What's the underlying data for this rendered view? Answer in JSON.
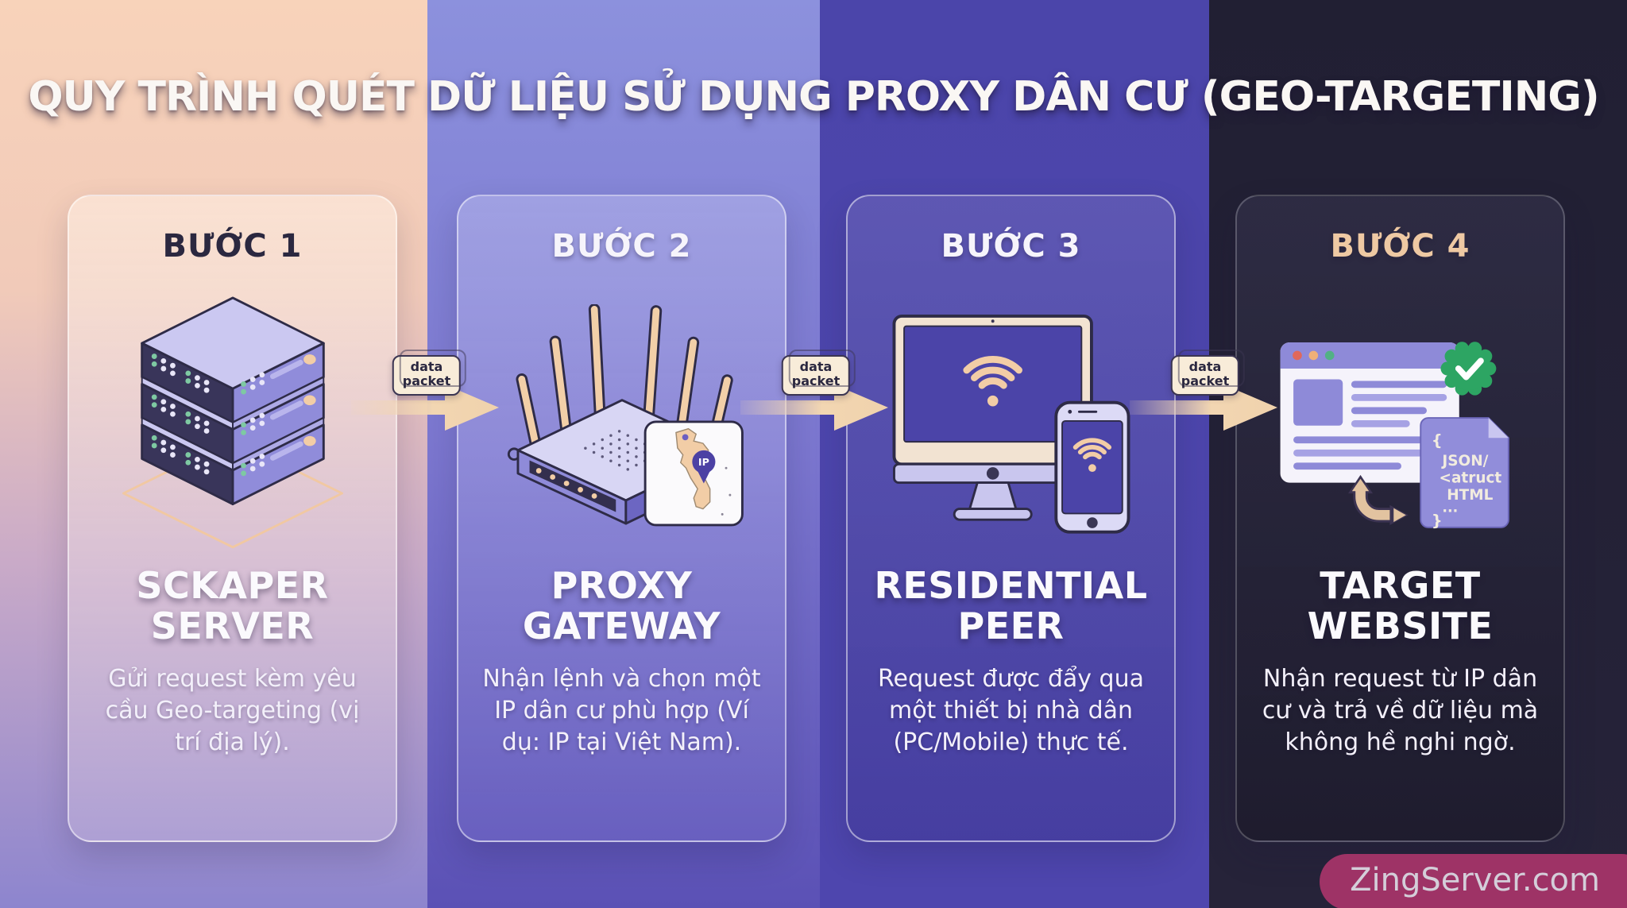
{
  "title": "QUY TRÌNH QUÉT DỮ LIỆU SỬ DỤNG PROXY DÂN CƯ (GEO-TARGETING)",
  "watermark": "ZingServer.com",
  "arrow_label": {
    "line1": "data",
    "line2": "packet"
  },
  "steps": [
    {
      "step": "BƯỚC 1",
      "heading_line1": "SCKAPER",
      "heading_line2": "SERVER",
      "description": "Gửi request kèm yêu cầu Geo-targeting (vị trí địa lý).",
      "icon": "server-stack-icon"
    },
    {
      "step": "BƯỚC 2",
      "heading_line1": "PROXY",
      "heading_line2": "GATEWAY",
      "description": "Nhận lệnh và chọn một IP dân cư phù hợp (Ví dụ: IP tại Việt Nam).",
      "icon": "router-icon",
      "map_pin_label": "IP"
    },
    {
      "step": "BƯỚC 3",
      "heading_line1": "RESIDENTIAL",
      "heading_line2": "PEER",
      "description": "Request được đẩy qua một thiết bị nhà dân (PC/Mobile) thực tế.",
      "icon": "pc-mobile-icon"
    },
    {
      "step": "BƯỚC 4",
      "heading_line1": "TARGET",
      "heading_line2": "WEBSITE",
      "description": "Nhận request từ IP dân cư và trả về dữ liệu mà không hề nghi ngờ.",
      "icon": "browser-doc-icon",
      "doc_lines": [
        "{",
        "JSON/",
        "<atruct",
        "HTML",
        "...",
        "}"
      ]
    }
  ],
  "colors": {
    "band1_top": "#f8d3ba",
    "band1_bottom": "#8d85ce",
    "band2_top": "#8c91dd",
    "band2_bottom": "#5b51b5",
    "band3": "#4b45aa",
    "band4": "#211f33",
    "arrow": "#f2d6b2",
    "packet_badge_bg": "#f8ecd9",
    "watermark_bg": "#9e3366",
    "verified_green": "#2da563",
    "illustration_purple": "#8e8ad8",
    "screen_indigo": "#4b44a8",
    "peach_accent": "#f2cda6",
    "dark_outline": "#2e2b47"
  }
}
